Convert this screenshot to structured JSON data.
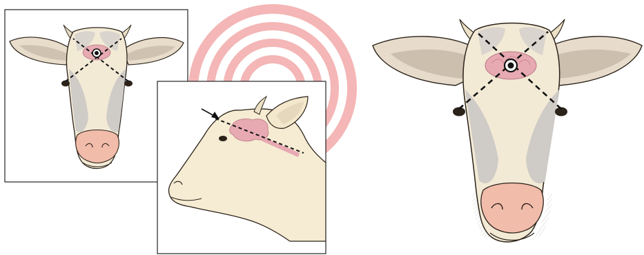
{
  "figure": {
    "panels": [
      {
        "id": "front-view-inset",
        "view": "frontal"
      },
      {
        "id": "side-view-inset",
        "view": "lateral"
      },
      {
        "id": "front-view-large",
        "view": "frontal"
      }
    ]
  },
  "colors": {
    "background": "#ffffff",
    "target_rings": "#f4b6b6",
    "hide_cream": "#f3ead6",
    "face_grey": "#cfcbc6",
    "muzzle_pink": "#f2bcaa",
    "brain_pink": "#e7a9b2",
    "outline": "#2b2219",
    "dashed_line": "#111111",
    "frame": "#222222"
  },
  "icons": {
    "aim_point": "target-dot-icon",
    "direction": "arrow-icon"
  }
}
